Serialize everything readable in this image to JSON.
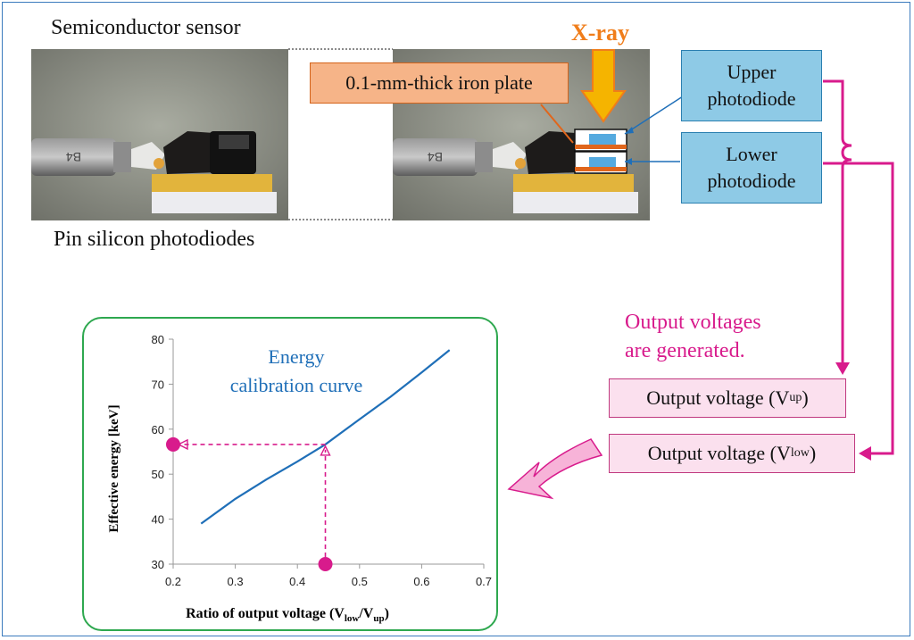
{
  "labels": {
    "semiconductor_sensor": "Semiconductor sensor",
    "pin_silicon_photodiodes": "Pin silicon photodiodes",
    "xray": "X-ray",
    "iron_plate": "0.1-mm-thick iron plate",
    "upper_photodiode": [
      "Upper",
      "photodiode"
    ],
    "lower_photodiode": [
      "Lower",
      "photodiode"
    ],
    "output_voltages_generated": [
      "Output voltages",
      "are generated."
    ],
    "output_voltage_up": {
      "text": "Output voltage (V",
      "sub": "up",
      "close": ")"
    },
    "output_voltage_low": {
      "text": "Output voltage (V",
      "sub": "low",
      "close": ")"
    }
  },
  "colors": {
    "frame": "#3b7bbd",
    "cyan_fill": "#8ecae6",
    "pink": "#d81b8c",
    "pink_fill": "#fbe0ee",
    "orange": "#f08a24",
    "curve": "#1f6fb8",
    "chart_border": "#2ea84f"
  },
  "chart_data": {
    "type": "line",
    "series": [
      {
        "name": "Energy calibration curve",
        "x": [
          0.245,
          0.3,
          0.35,
          0.4,
          0.445,
          0.5,
          0.55,
          0.6,
          0.645
        ],
        "y": [
          39,
          44.5,
          48.8,
          52.8,
          56.6,
          62.2,
          67.2,
          72.6,
          77.6
        ]
      }
    ],
    "curve_label": [
      "Energy",
      "calibration curve"
    ],
    "xlabel": {
      "text": "Ratio of output voltage (V",
      "sub1": "low",
      "mid": "/V",
      "sub2": "up",
      "close": ")"
    },
    "ylabel": "Effective energy [keV]",
    "xlim": [
      0.2,
      0.7
    ],
    "ylim": [
      30,
      80
    ],
    "xticks": [
      "0.2",
      "0.3",
      "0.4",
      "0.5",
      "0.6",
      "0.7"
    ],
    "yticks": [
      "30",
      "40",
      "50",
      "60",
      "70",
      "80"
    ],
    "readout": {
      "x": 0.445,
      "y": 56.6
    }
  }
}
